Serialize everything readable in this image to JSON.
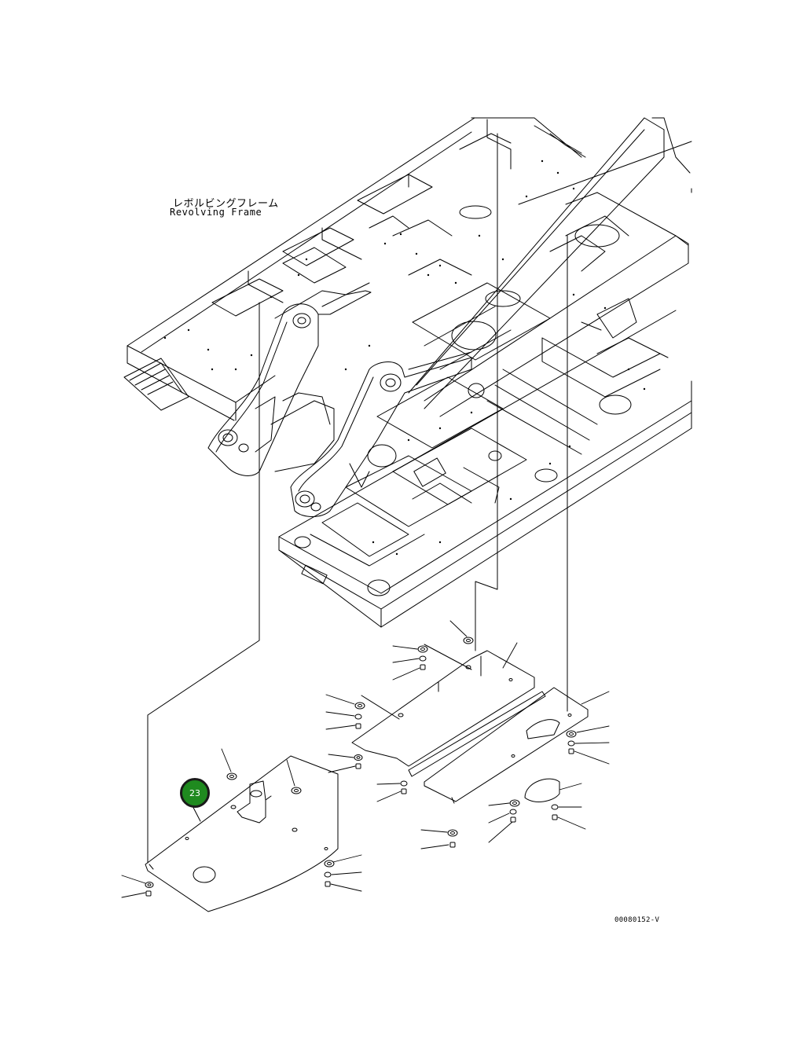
{
  "frame_label_jp": "レボルビングフレーム",
  "frame_label_en": "Revolving Frame",
  "callout_number": "23",
  "callout_color": "#1f8a1f",
  "drawing_code": "00080152-V"
}
